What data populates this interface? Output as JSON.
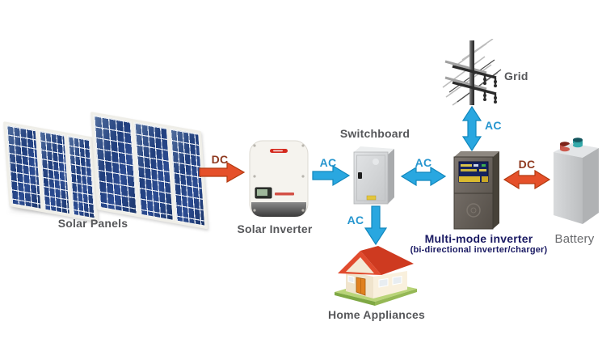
{
  "nodes": {
    "solar_panels": {
      "label": "Solar Panels"
    },
    "solar_inverter": {
      "label": "Solar Inverter"
    },
    "switchboard": {
      "label": "Switchboard"
    },
    "grid": {
      "label": "Grid"
    },
    "multi_mode_inverter": {
      "label": "Multi-mode inverter",
      "sublabel": "(bi-directional inverter/charger)"
    },
    "battery": {
      "label": "Battery"
    },
    "home_appliances": {
      "label": "Home Appliances"
    }
  },
  "links": [
    {
      "from": "solar_panels",
      "to": "solar_inverter",
      "label": "DC",
      "current": "dc",
      "direction": "one-way"
    },
    {
      "from": "solar_inverter",
      "to": "switchboard",
      "label": "AC",
      "current": "ac",
      "direction": "one-way"
    },
    {
      "from": "switchboard",
      "to": "multi_mode_inverter",
      "label": "AC",
      "current": "ac",
      "direction": "two-way"
    },
    {
      "from": "grid",
      "to": "multi_mode_inverter",
      "label": "AC",
      "current": "ac",
      "direction": "two-way"
    },
    {
      "from": "multi_mode_inverter",
      "to": "battery",
      "label": "DC",
      "current": "dc",
      "direction": "two-way"
    },
    {
      "from": "switchboard",
      "to": "home_appliances",
      "label": "AC",
      "current": "ac",
      "direction": "one-way"
    }
  ],
  "colors": {
    "background": "#ffffff",
    "ac_arrow": "#29a7e0",
    "ac_label": "#2796cf",
    "dc_arrow": "#e5502a",
    "dc_label": "#8f3a20",
    "node_label": "#56575a",
    "inverter_label": "#1a1a63",
    "panel_blue": "#24407e"
  }
}
